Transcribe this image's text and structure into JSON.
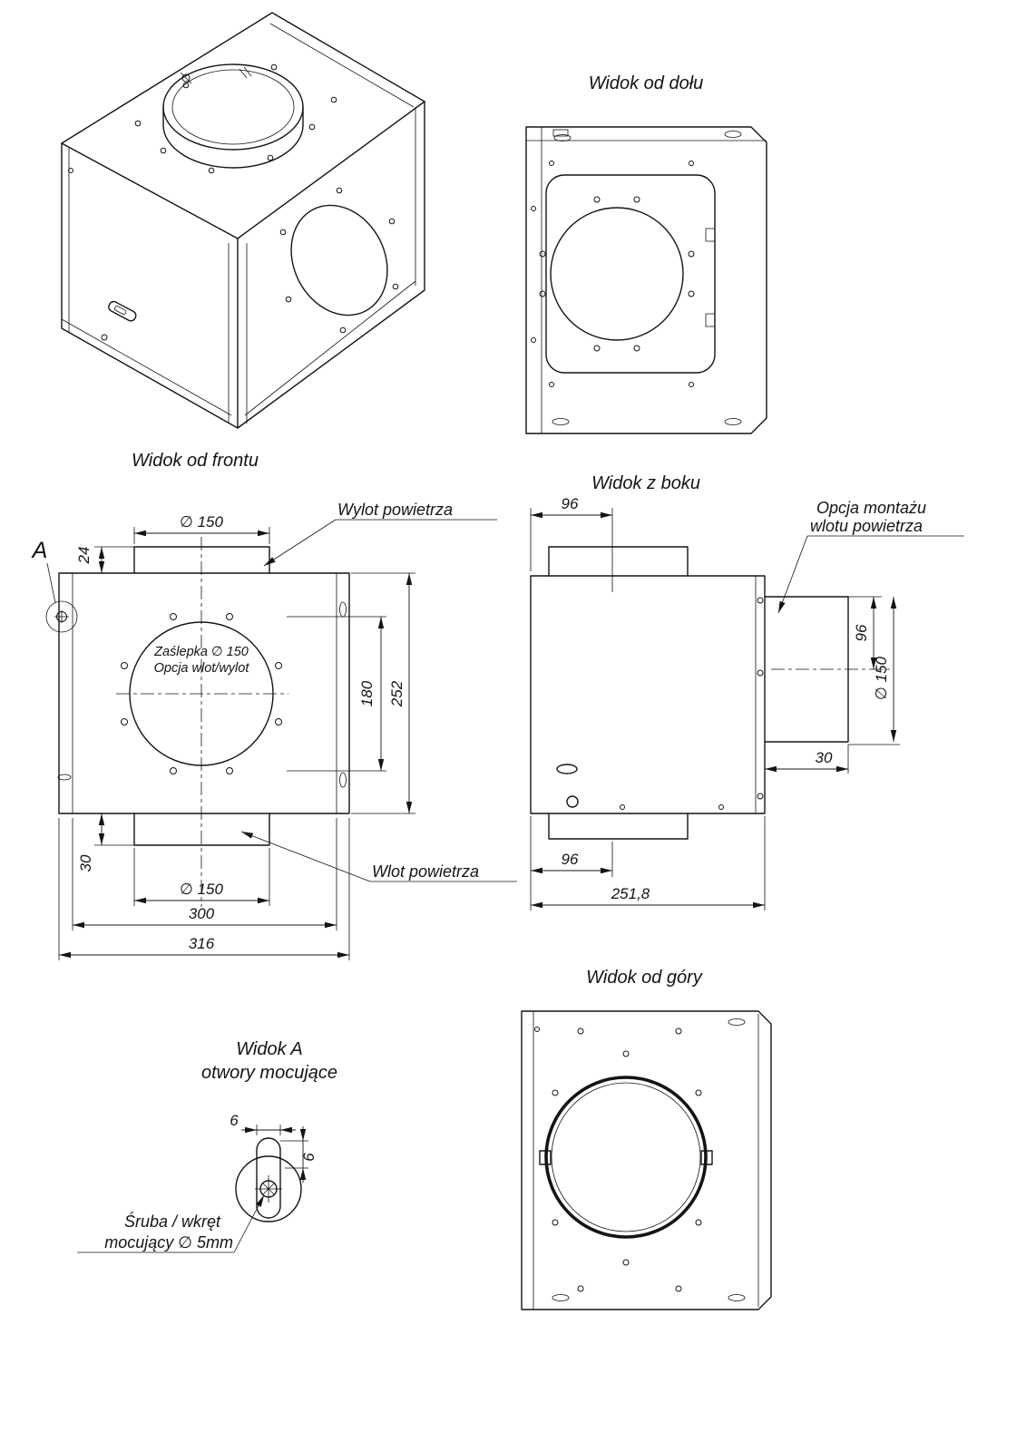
{
  "views": {
    "bottom_view": {
      "title": "Widok od dołu"
    },
    "front_view": {
      "title": "Widok od frontu"
    },
    "side_view": {
      "title": "Widok z boku"
    },
    "top_view": {
      "title": "Widok od góry"
    },
    "detail_view": {
      "title_line1": "Widok A",
      "title_line2": "otwory mocujące"
    }
  },
  "labels": {
    "air_outlet": "Wylot powietrza",
    "air_inlet": "Wlot powietrza",
    "inlet_option_line1": "Opcja montażu",
    "inlet_option_line2": "wlotu powietrza",
    "plug_line1": "Zaślepka ∅ 150",
    "plug_line2": "Opcja wlot/wylot",
    "screw_line1": "Śruba / wkręt",
    "screw_line2": "mocujący ∅ 5mm",
    "detail_marker": "A"
  },
  "dims": {
    "d24": "24",
    "d150": "∅ 150",
    "d180": "180",
    "d252": "252",
    "d30": "30",
    "d300": "300",
    "d316": "316",
    "d96": "96",
    "d2518": "251,8",
    "d6": "6"
  },
  "colors": {
    "ink": "#141414",
    "background": "#ffffff"
  }
}
